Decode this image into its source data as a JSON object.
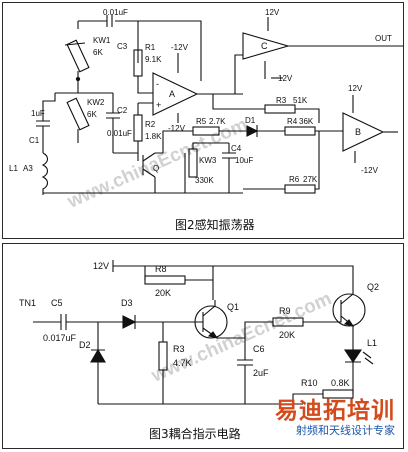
{
  "fig2": {
    "caption": "图2感知振荡器",
    "labels": {
      "c3_val": "0.01uF",
      "c3": "C3",
      "r1": "R1",
      "r1_val": "9.1K",
      "neg12_a": "-12V",
      "pos12_top": "12V",
      "out": "OUT",
      "c_block": "C",
      "pos12_c": "12V",
      "kw1": "KW1",
      "kw1_val": "6K",
      "kw2": "KW2",
      "kw2_val": "6K",
      "c2": "C2",
      "c2_val": "0.01uF",
      "c1_val": "1uF",
      "c1": "C1",
      "l1": "L1",
      "l1_val": "A3",
      "a_block": "A",
      "neg12_b": "-12V",
      "r2": "R2",
      "r2_val": "1.8K",
      "r3": "R3",
      "r3_val": "51K",
      "pos12_b": "12V",
      "r5": "R5",
      "r5_val": "2.7K",
      "d1": "D1",
      "r4": "R4",
      "r4_val": "36K",
      "b_block": "B",
      "q": "Q",
      "kw3": "KW3",
      "kw3_val": "330K",
      "c4": "C4",
      "c4_val": "10uF",
      "r6": "R6",
      "r6_val": "27K",
      "neg12_c": "-12V"
    }
  },
  "fig3": {
    "caption": "图3耦合指示电路",
    "labels": {
      "vcc": "12V",
      "r8": "R8",
      "r8_val": "20K",
      "tn1": "TN1",
      "c5": "C5",
      "c5_val": "0.017uF",
      "d3": "D3",
      "d2": "D2",
      "r3": "R3",
      "r3_val": "4.7K",
      "q1": "Q1",
      "r9": "R9",
      "r9_val": "20K",
      "c6": "C6",
      "c6_val": "2uF",
      "q2": "Q2",
      "l1": "L1",
      "r10": "R10",
      "r10_val": "0.8K"
    }
  },
  "watermark": "www.chinaEcnet.com",
  "brand": {
    "title": "易迪拓培训",
    "subtitle": "射频和天线设计专家"
  }
}
